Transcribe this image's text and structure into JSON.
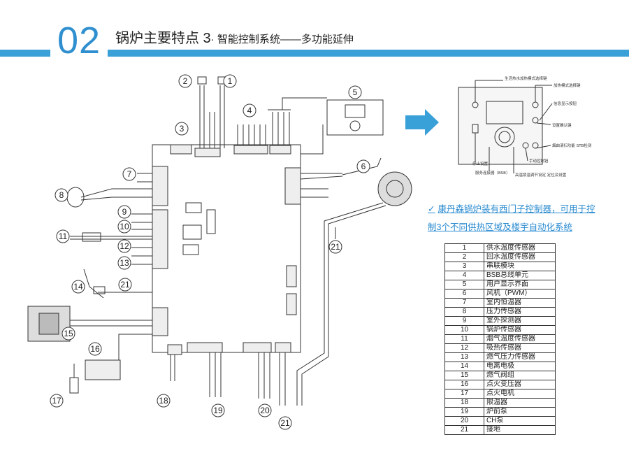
{
  "header": {
    "section_number": "02",
    "title": "锅炉主要特点 3",
    "subtitle": "· 智能控制系统——多功能延伸"
  },
  "colors": {
    "accent": "#3aa0d8",
    "number": "#2f8fcf",
    "note": "#2a8bd0"
  },
  "callouts": [
    "1",
    "2",
    "3",
    "4",
    "5",
    "6",
    "7",
    "8",
    "9",
    "10",
    "11",
    "12",
    "13",
    "14",
    "15",
    "16",
    "17",
    "18",
    "19",
    "20",
    "21"
  ],
  "panel_labels": {
    "top_selector": "生活热水加热模式选择键",
    "heating_selector": "加热模式选择键",
    "info_button": "信息显示按钮",
    "confirm_button": "设置确认键",
    "chimney": "烟囱清扫功能 STB检测",
    "manual": "手动控制钮",
    "off_setting": "停止设置",
    "service": "服务连接器（BSB）",
    "temp_adjust": "高温锁温调节设定 定位及设置"
  },
  "note": {
    "check": "✓",
    "line1": "康丹森锅炉装有西门子控制器，可用于控",
    "line2": "制3个不同供热区域及楼宇自动化系统"
  },
  "legend": [
    {
      "num": "1",
      "name": "供水温度传感器"
    },
    {
      "num": "2",
      "name": "回水温度传感器"
    },
    {
      "num": "3",
      "name": "串联模块"
    },
    {
      "num": "4",
      "name": "BSB总线单元"
    },
    {
      "num": "5",
      "name": "用户显示界面"
    },
    {
      "num": "6",
      "name": "风机（PWM）"
    },
    {
      "num": "7",
      "name": "室内恒温器"
    },
    {
      "num": "8",
      "name": "压力传感器"
    },
    {
      "num": "9",
      "name": "室外探测器"
    },
    {
      "num": "10",
      "name": "锅炉传感器"
    },
    {
      "num": "11",
      "name": "烟气温度传感器"
    },
    {
      "num": "12",
      "name": "吸热传感器"
    },
    {
      "num": "13",
      "name": "燃气压力传感器"
    },
    {
      "num": "14",
      "name": "电离电极"
    },
    {
      "num": "15",
      "name": "燃气阀组"
    },
    {
      "num": "16",
      "name": "点火变压器"
    },
    {
      "num": "17",
      "name": "点火电机"
    },
    {
      "num": "18",
      "name": "限温器"
    },
    {
      "num": "19",
      "name": "炉前泵"
    },
    {
      "num": "20",
      "name": "CH泵"
    },
    {
      "num": "21",
      "name": "接地"
    }
  ]
}
